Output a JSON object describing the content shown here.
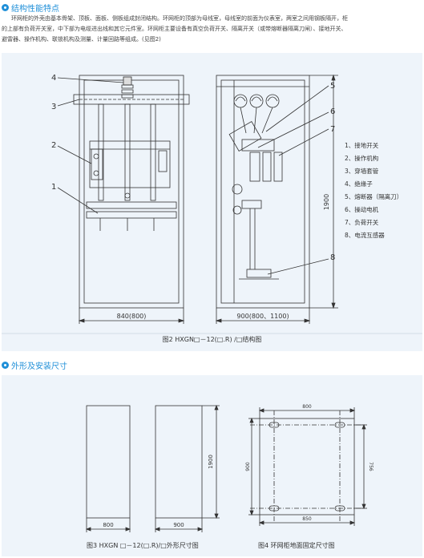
{
  "section1": {
    "title": "结构性能特点",
    "para_line1": "环网柜的外壳由基本骨架、顶板、面板、侧板组成封闭结构。环网柜的顶部为母线室，母线室的前面为仪表室，两室之间用钢板隔开，柜",
    "para_line2": "的上部有负荷开关室，中下部为电缆进出线和其它元件室。环网柜主要设备有真空负荷开关、隔离开关（或带熔断器隔离刀闸）、接地开关、",
    "para_line3": "避雷器、操作机构、联锁机构及测量、计量回路等组成。(见图2)"
  },
  "figure2": {
    "caption": "图2  HXGN□－12(□.R)  /□结构图",
    "callouts": [
      "1",
      "2",
      "3",
      "4",
      "5",
      "6",
      "7",
      "8"
    ],
    "dim_front_width": "840(800)",
    "dim_side_width": "900(800、1100)",
    "dim_height": "1900",
    "legend": [
      "1、接地开关",
      "2、操作机构",
      "3、穿墙套管",
      "4、绝缘子",
      "5、熔断器（隔离刀）",
      "6、操动电机",
      "7、负荷开关",
      "8、电流互感器"
    ]
  },
  "section2": {
    "title": "外形及安装尺寸"
  },
  "figure3": {
    "caption": "图3 HXGN □－12(□.R)/□外形尺寸图",
    "dim_width_front": "800",
    "dim_width_side": "900",
    "dim_height": "1900"
  },
  "figure4": {
    "caption": "图4 环网柜地面固定尺寸图",
    "dim_top": "800",
    "dim_bottom": "850",
    "dim_left": "900",
    "dim_right": "756"
  },
  "colors": {
    "accent": "#1f8fd8",
    "panel_bg": "#eef4fa",
    "line": "#333333"
  }
}
